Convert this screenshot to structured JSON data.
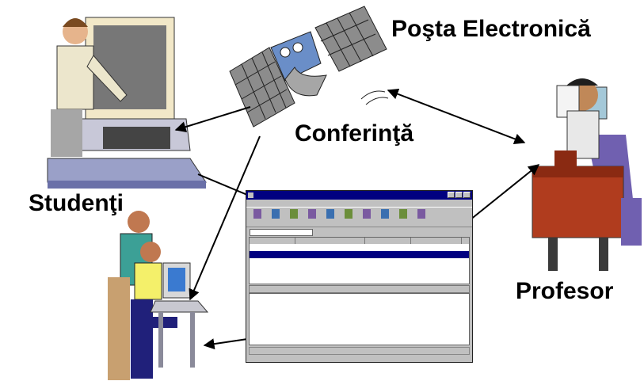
{
  "labels": {
    "email": "Poşta Electronică",
    "conference": "Conferinţă",
    "students": "Studenţi",
    "professor": "Profesor"
  },
  "nodes": [
    {
      "id": "email",
      "label": "Poşta Electronică"
    },
    {
      "id": "conference",
      "label": "Conferinţă"
    },
    {
      "id": "students",
      "label": "Studenţi"
    },
    {
      "id": "professor",
      "label": "Profesor"
    }
  ],
  "colors": {
    "monitor_bezel": "#f2e8c8",
    "screen": "#777777",
    "desk": "#9aa0c8",
    "satellite_panel": "#8c8c8c",
    "satellite_body": "#6a8ec8",
    "professor_desk": "#b03c1e",
    "chair": "#7060b0",
    "shirt_yellow": "#f4f06a",
    "pants_blue": "#20207a",
    "shirt_teal": "#3ca096",
    "window_title": "#000080"
  },
  "icons": [
    "satellite-icon",
    "computer-workstation-icon",
    "students-at-computer-icon",
    "professor-on-phone-icon",
    "email-client-window"
  ]
}
